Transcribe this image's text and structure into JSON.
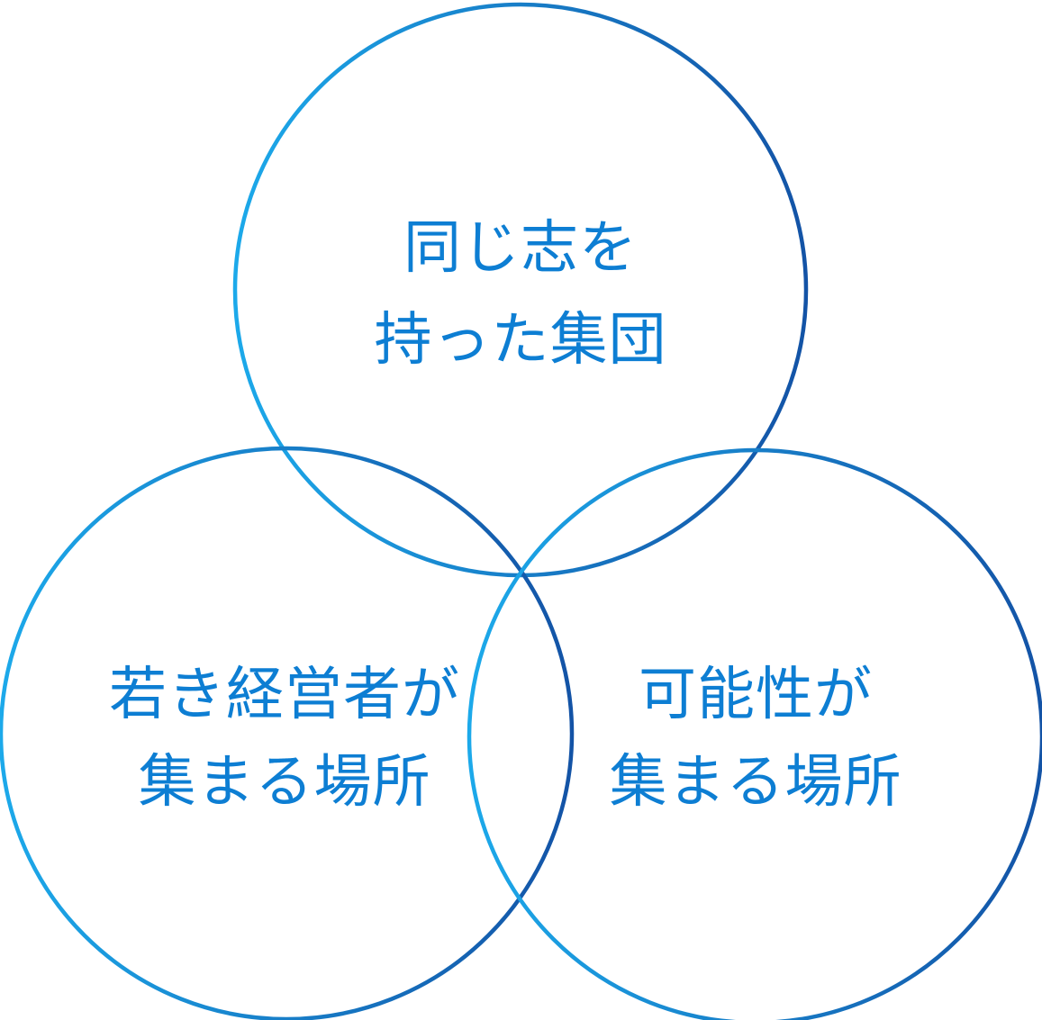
{
  "diagram": {
    "type": "venn-three-circles",
    "colors": {
      "text": "#0d7ed3",
      "circle_gradient_start": "#1ca9ea",
      "circle_gradient_end": "#1353a6",
      "background": "#ffffff"
    },
    "circles": [
      {
        "id": "shared-aspiration",
        "label_line1": "同じ志を",
        "label_line2": "持った集団"
      },
      {
        "id": "young-managers",
        "label_line1": "若き経営者が",
        "label_line2": "集まる場所"
      },
      {
        "id": "possibilities",
        "label_line1": "可能性が",
        "label_line2": "集まる場所"
      }
    ]
  }
}
